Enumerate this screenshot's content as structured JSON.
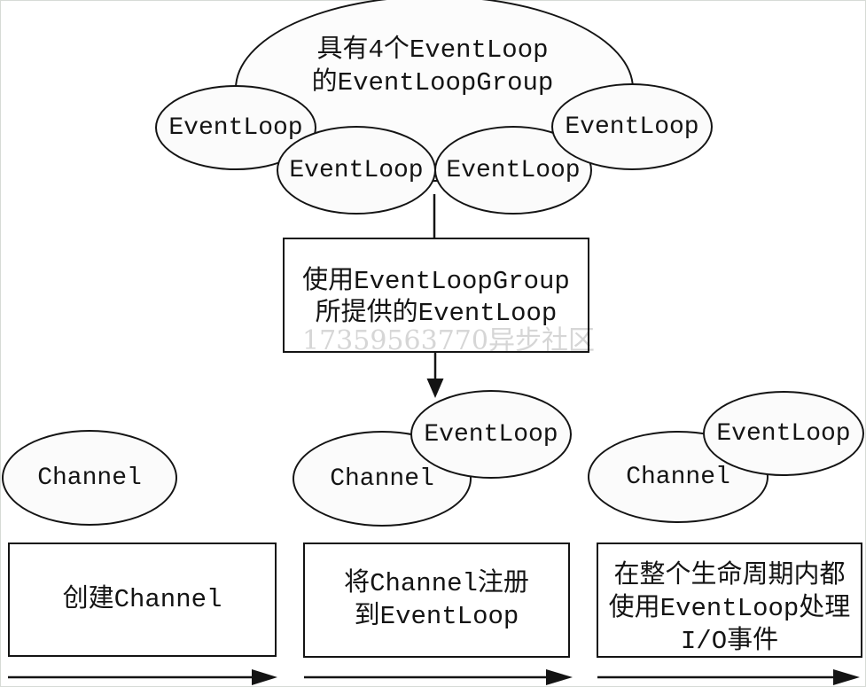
{
  "colors": {
    "ink": "#141414",
    "shape_fill": "#fbfbfb",
    "background": "#ffffff",
    "watermark": "#d6d6d6"
  },
  "top_cluster": {
    "group_label": {
      "line1": "具有4个EventLoop",
      "line2": "的EventLoopGroup"
    },
    "event_loops": [
      {
        "label": "EventLoop"
      },
      {
        "label": "EventLoop"
      },
      {
        "label": "EventLoop"
      },
      {
        "label": "EventLoop"
      }
    ]
  },
  "provide_box": {
    "line1": "使用EventLoopGroup",
    "line2": "所提供的EventLoop"
  },
  "watermark": {
    "text": "17359563770异步社区"
  },
  "stages": [
    {
      "channel_label": "Channel",
      "box": {
        "line1": "创建Channel"
      }
    },
    {
      "channel_label": "Channel",
      "event_loop_label": "EventLoop",
      "box": {
        "line1": "将Channel注册",
        "line2": "到EventLoop"
      }
    },
    {
      "channel_label": "Channel",
      "event_loop_label": "EventLoop",
      "box": {
        "line1": "在整个生命周期内都",
        "line2": "使用EventLoop处理",
        "line3": "I/O事件"
      }
    }
  ]
}
